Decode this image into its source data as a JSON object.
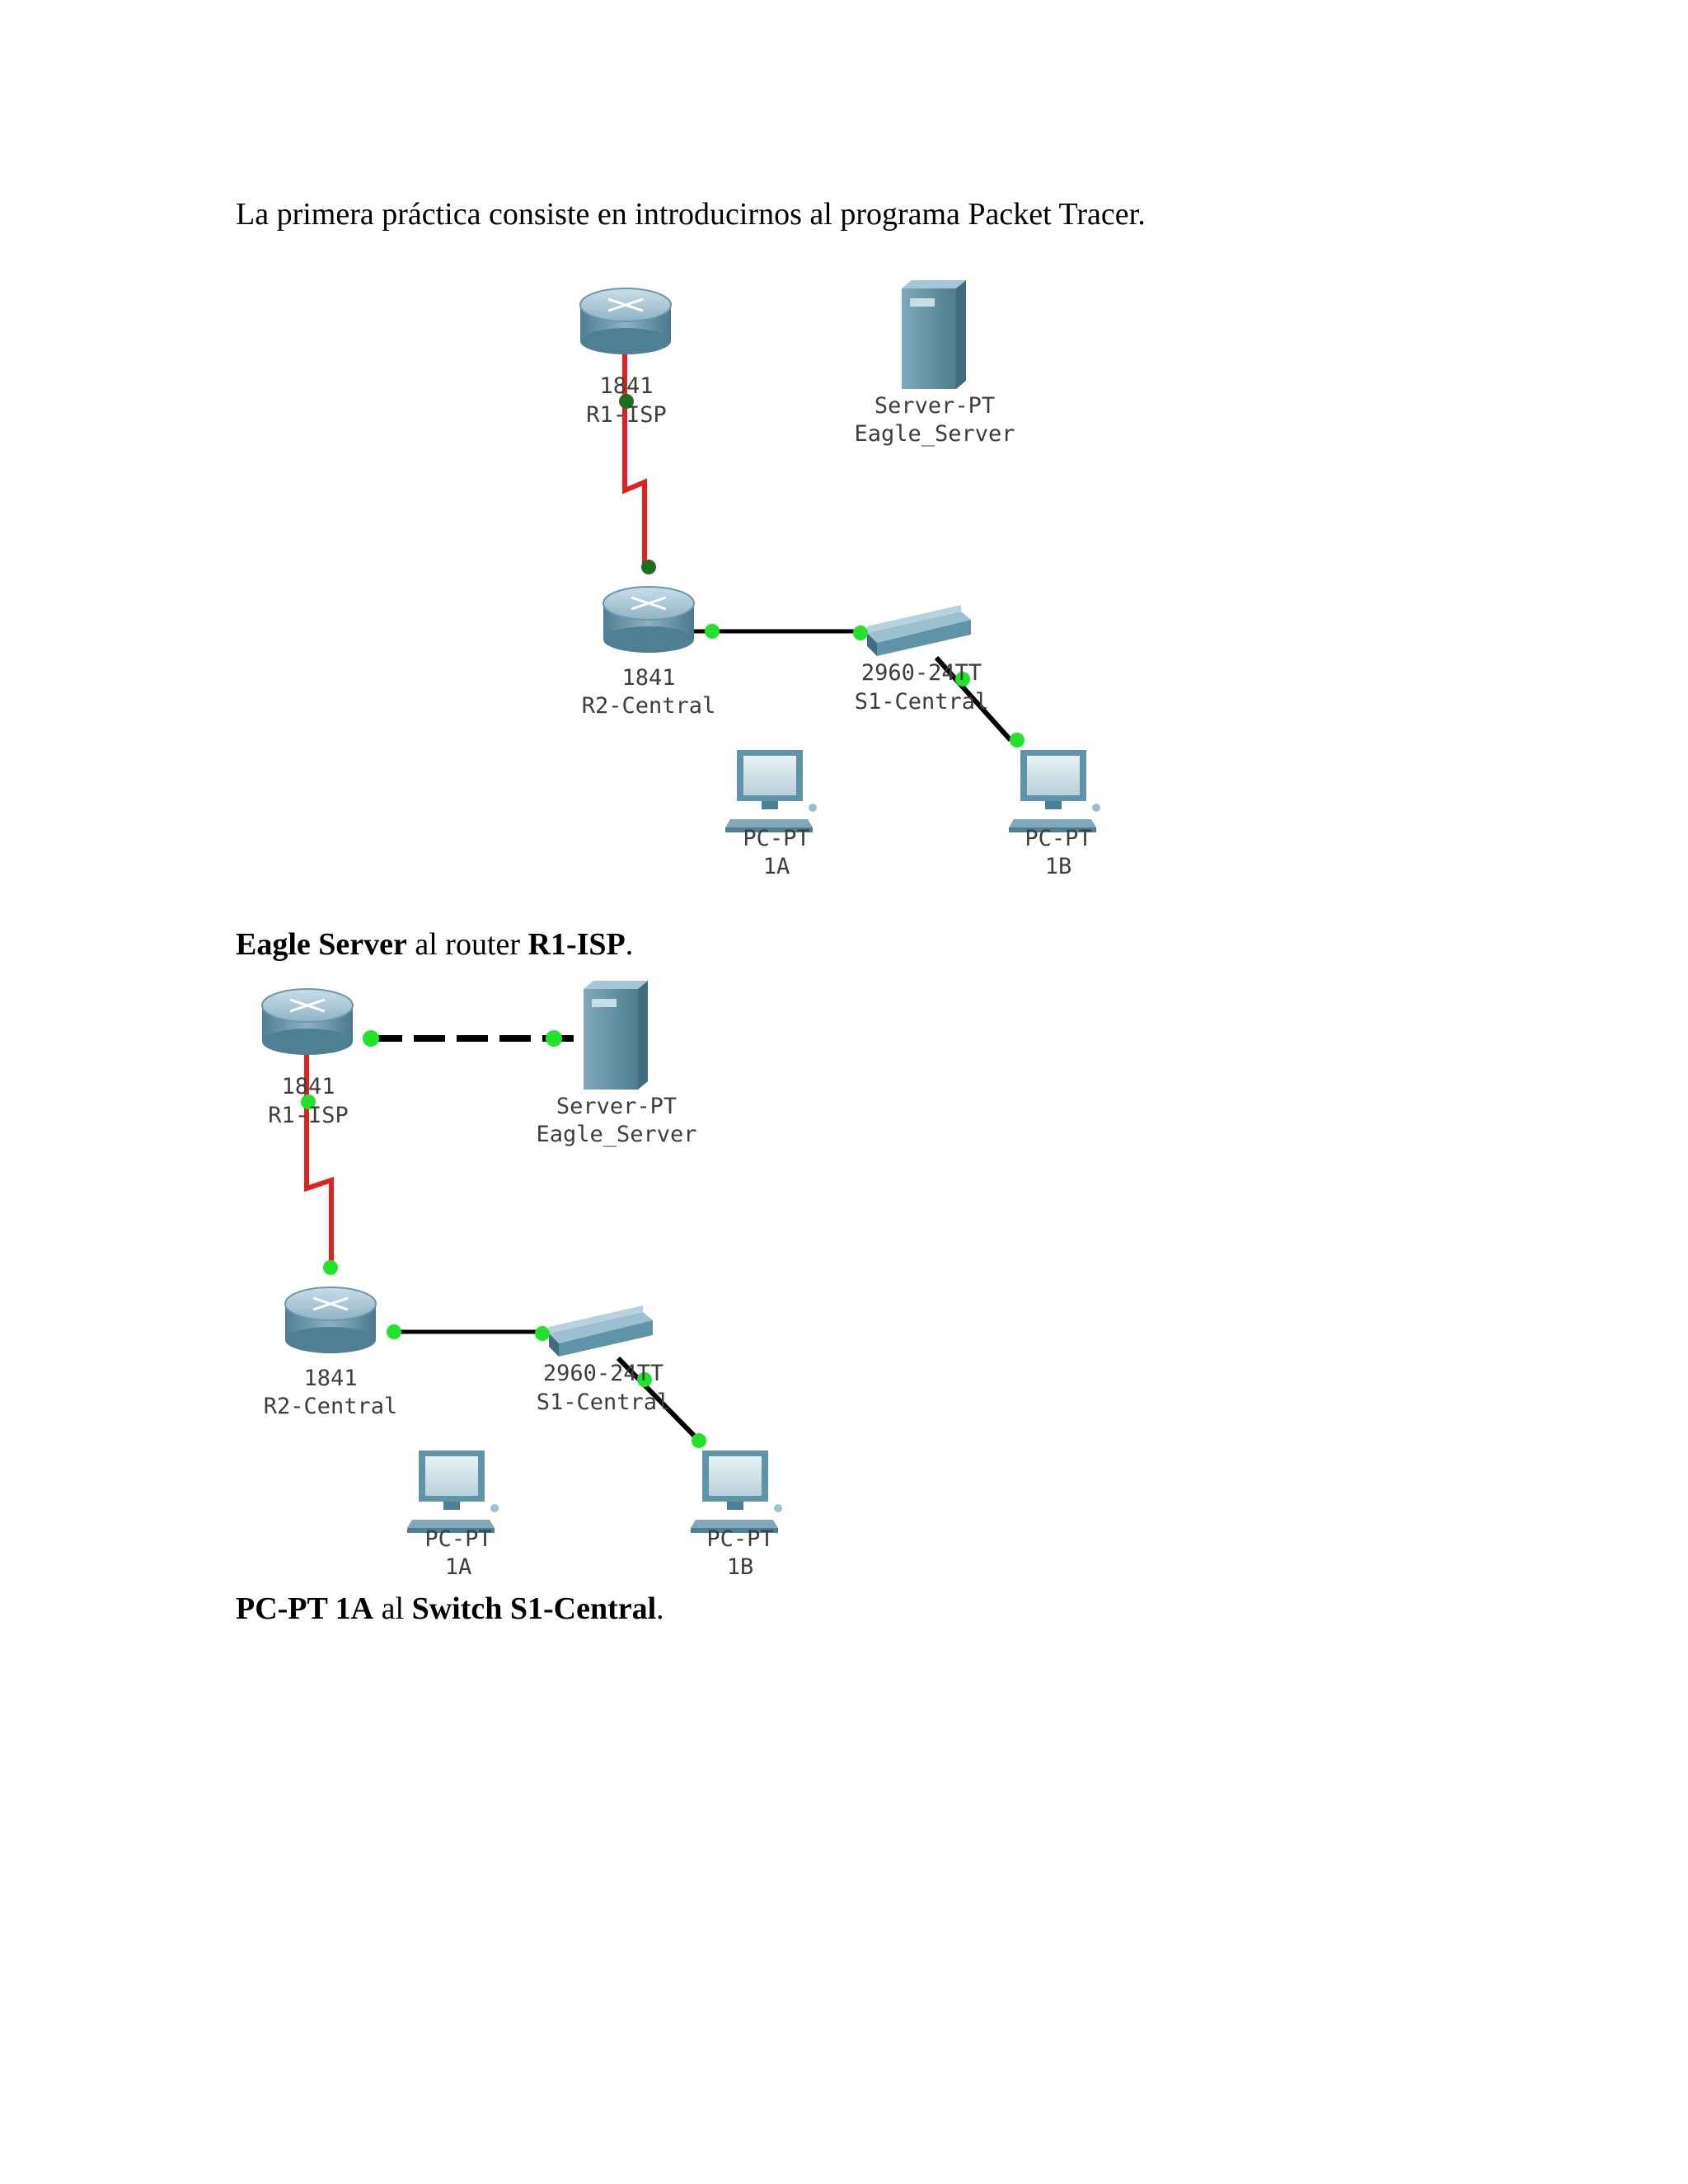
{
  "intro": "La primera práctica consiste en introducirnos al programa Packet Tracer.",
  "caption_1": {
    "b1": "Eagle Server",
    "t1": " al router ",
    "b2": "R1-ISP",
    "t2": "."
  },
  "caption_2": {
    "b1": "PC-PT 1A",
    "t1": " al ",
    "b2": "Switch S1-Central",
    "t2": "."
  },
  "topology": {
    "r1_model": "1841",
    "r1_name": "R1-ISP",
    "r2_model": "1841",
    "r2_name": "R2-Central",
    "server_model": "Server-PT",
    "server_name": "Eagle_Server",
    "switch_model": "2960-24TT",
    "switch_name": "S1-Central",
    "pc1_model": "PC-PT",
    "pc1_name": "1A",
    "pc2_model": "PC-PT",
    "pc2_name": "1B"
  },
  "colors": {
    "serial_link": "#e0201b",
    "ethernet_link": "#000000",
    "port_up": "#22e32a",
    "port_dark": "#1f6e1f",
    "device_teal": "#5f93a8"
  }
}
